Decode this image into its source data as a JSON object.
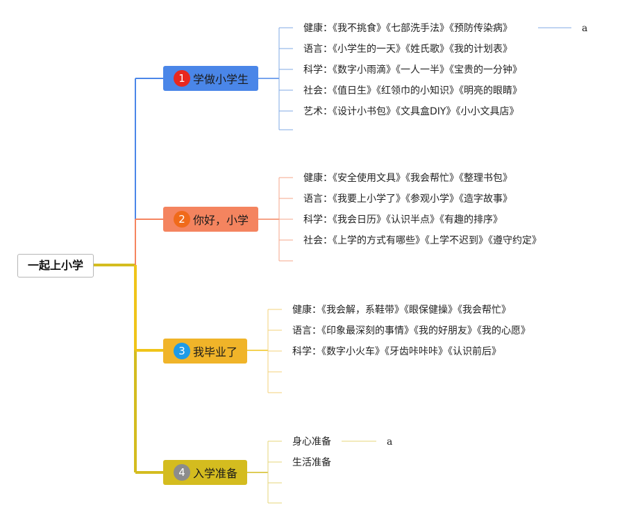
{
  "root": {
    "label": "一起上小学"
  },
  "branches": [
    {
      "number": "1",
      "title": "学做小学生",
      "items": [
        "健康：《我不挑食》《七部洗手法》《预防传染病》",
        "语言：《小学生的一天》《姓氏歌》《我的计划表》",
        "科学：《数字小雨滴》《一人一半》《宝贵的一分钟》",
        "社会：《值日生》《红领巾的小知识》《明亮的眼睛》",
        "艺术：《设计小书包》《文具盒DIY》《小小文具店》"
      ],
      "note": "a"
    },
    {
      "number": "2",
      "title": "你好，小学",
      "items": [
        "健康：《安全使用文具》《我会帮忙》《整理书包》",
        "语言：《我要上小学了》《参观小学》《造字故事》",
        "科学：《我会日历》《认识半点》《有趣的排序》",
        "社会：《上学的方式有哪些》《上学不迟到》《遵守约定》"
      ]
    },
    {
      "number": "3",
      "title": "我毕业了",
      "items": [
        "健康：《我会解，系鞋带》《眼保健操》《我会帮忙》",
        "语言：《印象最深刻的事情》《我的好朋友》《我的心愿》",
        "科学：《数字小火车》《牙齿咔咔咔》《认识前后》"
      ]
    },
    {
      "number": "4",
      "title": "入学准备",
      "items": [
        "身心准备",
        "生活准备"
      ],
      "note": "a"
    }
  ],
  "colors": {
    "branch1": "#4a86e8",
    "branch2": "#f4845f",
    "branch3": "#f0b429",
    "branch4": "#d4bc1f",
    "num1": "#e8281e",
    "num2": "#f06a1a",
    "num3": "#1e9be6",
    "num4": "#8c8c8c"
  }
}
